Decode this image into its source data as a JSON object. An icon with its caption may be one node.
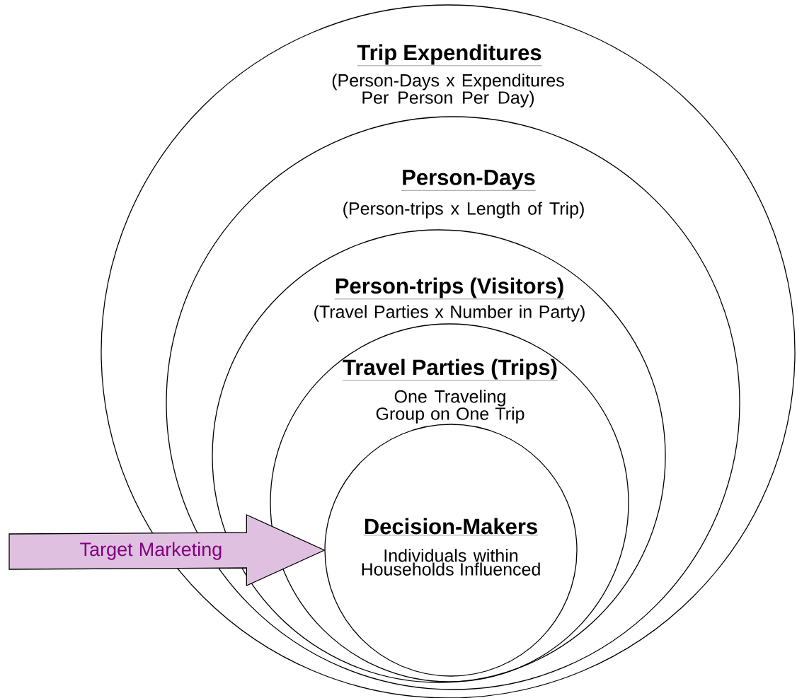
{
  "diagram": {
    "nodes": [
      {
        "text": [
          "Trip Expenditures",
          "(Person-Days x Expenditures Per Person Per Day)"
        ]
      },
      {
        "text": [
          "Person-Days",
          "(Person-trips x Length of Trip)"
        ],
        "in": 0
      },
      {
        "text": [
          "Person-trips (Visitors)",
          "(Travel Parties x Number in Party)"
        ],
        "in": 1
      },
      {
        "text": [
          "Travel Parties (Trips)",
          "One Traveling Group on One Trip"
        ],
        "in": 2
      },
      {
        "text": [
          "Decision-Makers",
          "Individuals within Households Influenced"
        ],
        "in": 3
      }
    ],
    "edges": [
      {
        "from": null,
        "to": 4,
        "arrow": "to",
        "label": "Target Marketing"
      }
    ]
  }
}
